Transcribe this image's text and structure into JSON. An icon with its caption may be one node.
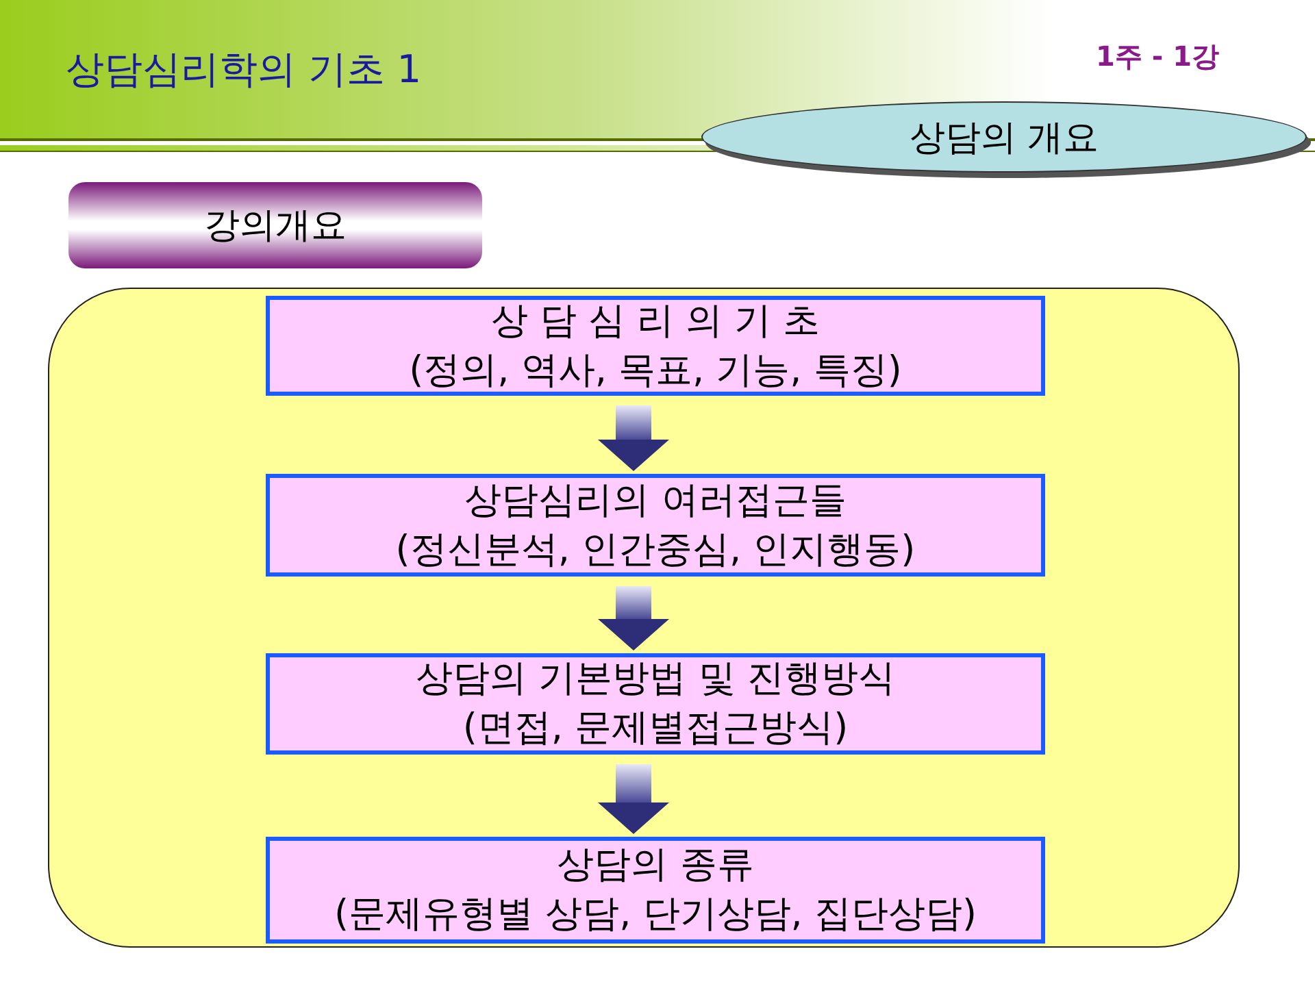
{
  "diagram": {
    "title": "상담심리학의 기초 1",
    "nodes": [
      {
        "text": [
          "상담의 개요"
        ]
      },
      {
        "text": [
          "강의개요"
        ]
      },
      {
        "text": [],
        "shape": "box"
      },
      {
        "text": [
          "상 담 심 리 의 기 초",
          "(정의, 역사, 목표, 기능, 특징)"
        ],
        "in": 2
      },
      {
        "text": [
          "상담심리의 여러접근들",
          "(정신분석, 인간중심, 인지행동)"
        ],
        "in": 2
      },
      {
        "text": [
          "상담의 기본방법 및 진행방식",
          "(면접, 문제별접근방식)"
        ],
        "in": 2
      },
      {
        "text": [
          "상담의 종류",
          "(문제유형별 상담, 단기상담, 집단상담)"
        ],
        "in": 2
      }
    ],
    "edges": [
      {
        "from": 3,
        "to": 4,
        "arrow": "to"
      },
      {
        "from": 4,
        "to": 5,
        "arrow": "to"
      },
      {
        "from": 5,
        "to": 6,
        "arrow": "to"
      }
    ],
    "labels": [
      "1주 - 1강"
    ]
  }
}
